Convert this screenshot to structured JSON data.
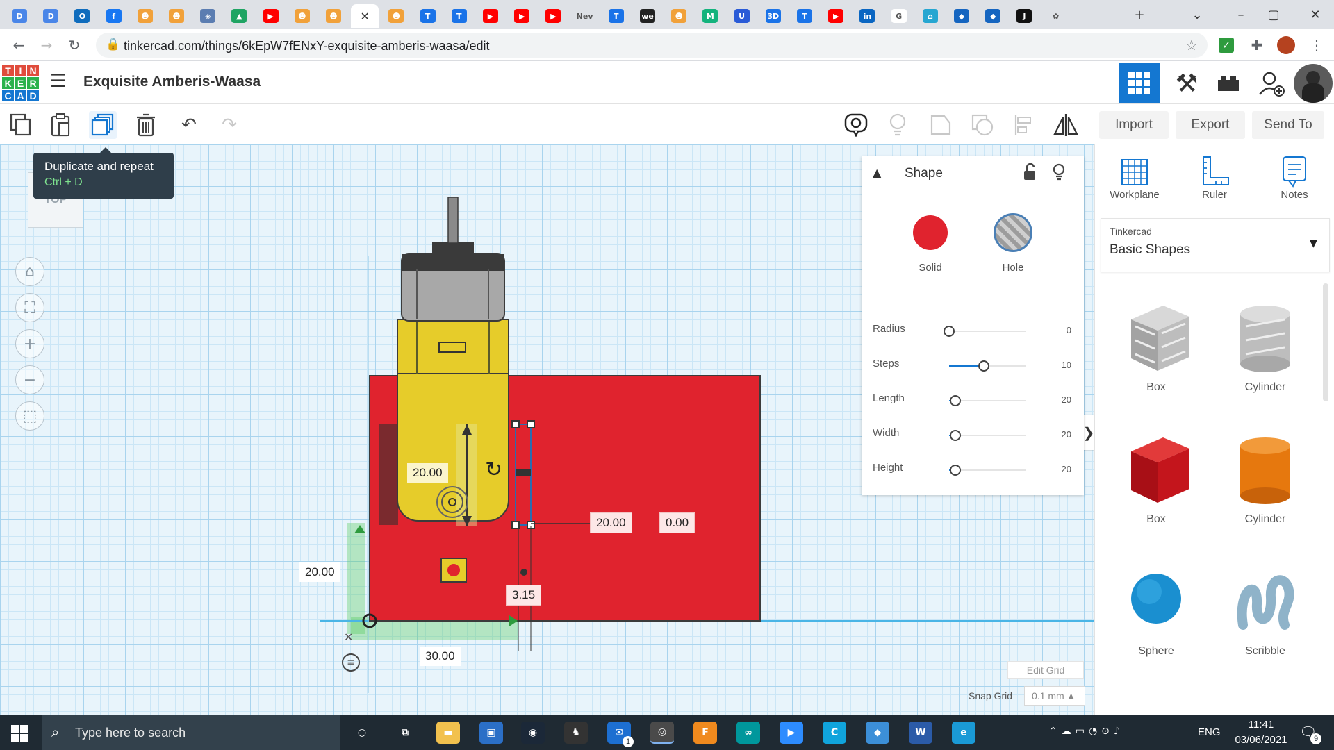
{
  "browser": {
    "tabs": [
      {
        "icon": "docs",
        "color": "#4a86e8",
        "glyph": "D"
      },
      {
        "icon": "docs",
        "color": "#4a86e8",
        "glyph": "D"
      },
      {
        "icon": "outlook",
        "color": "#0f6cbd",
        "glyph": "O"
      },
      {
        "icon": "facebook",
        "color": "#1877f2",
        "glyph": "f"
      },
      {
        "icon": "tinkercad-avatar",
        "color": "#f1a13a",
        "glyph": "☻"
      },
      {
        "icon": "tinkercad-avatar",
        "color": "#f1a13a",
        "glyph": "☻"
      },
      {
        "icon": "shield",
        "color": "#5b7db1",
        "glyph": "◈"
      },
      {
        "icon": "drive",
        "color": "#1fa463",
        "glyph": "▲"
      },
      {
        "icon": "youtube",
        "color": "#ff0000",
        "glyph": "▶"
      },
      {
        "icon": "tinkercad-avatar",
        "color": "#f1a13a",
        "glyph": "☻"
      },
      {
        "icon": "tinkercad-avatar",
        "color": "#f1a13a",
        "glyph": "☻"
      },
      {
        "icon": "tinkercad-avatar",
        "color": "#f1a13a",
        "glyph": "☻"
      },
      {
        "icon": "tinkercad-avatar",
        "color": "#f1a13a",
        "glyph": "☻"
      },
      {
        "icon": "t-circle",
        "color": "#1a73e8",
        "glyph": "T"
      },
      {
        "icon": "t-circle",
        "color": "#1a73e8",
        "glyph": "T"
      },
      {
        "icon": "youtube",
        "color": "#ff0000",
        "glyph": "▶"
      },
      {
        "icon": "youtube",
        "color": "#ff0000",
        "glyph": "▶"
      },
      {
        "icon": "youtube",
        "color": "#ff0000",
        "glyph": "▶"
      },
      {
        "icon": "new-tab-text",
        "color": "#dee1e6",
        "glyph": "Nev"
      },
      {
        "icon": "t-circle",
        "color": "#1a73e8",
        "glyph": "T"
      },
      {
        "icon": "we",
        "color": "#222222",
        "glyph": "we"
      },
      {
        "icon": "tinkercad-avatar",
        "color": "#f1a13a",
        "glyph": "☻"
      },
      {
        "icon": "m-logo",
        "color": "#14b37d",
        "glyph": "M"
      },
      {
        "icon": "u-logo",
        "color": "#2a5bd7",
        "glyph": "U"
      },
      {
        "icon": "3d-logo",
        "color": "#1a73e8",
        "glyph": "3D"
      },
      {
        "icon": "t-circle",
        "color": "#1a73e8",
        "glyph": "T"
      },
      {
        "icon": "youtube",
        "color": "#ff0000",
        "glyph": "▶"
      },
      {
        "icon": "linkedin",
        "color": "#0a66c2",
        "glyph": "in"
      },
      {
        "icon": "google",
        "color": "#ffffff",
        "glyph": "G"
      },
      {
        "icon": "robot",
        "color": "#26a6d1",
        "glyph": "⌂"
      },
      {
        "icon": "cap",
        "color": "#1565c0",
        "glyph": "◆"
      },
      {
        "icon": "cap",
        "color": "#1565c0",
        "glyph": "◆"
      },
      {
        "icon": "j-logo",
        "color": "#111111",
        "glyph": "J"
      },
      {
        "icon": "dark-flower",
        "color": "#dee1e6",
        "glyph": "✿"
      }
    ],
    "active_tab_index": 11,
    "new_tab_label": "+",
    "url": "tinkercad.com/things/6kEpW7fENxY-exquisite-amberis-waasa/edit"
  },
  "app": {
    "logo_letters": [
      "T",
      "I",
      "N",
      "K",
      "E",
      "R",
      "C",
      "A",
      "D"
    ],
    "logo_colors": [
      "#e04c3c",
      "#e04c3c",
      "#e04c3c",
      "#2bb24c",
      "#2bb24c",
      "#2bb24c",
      "#1477d1",
      "#1477d1",
      "#1477d1"
    ],
    "design_title": "Exquisite Amberis-Waasa"
  },
  "toolbar": {
    "import_label": "Import",
    "export_label": "Export",
    "send_to_label": "Send To"
  },
  "tooltip": {
    "title": "Duplicate and repeat",
    "shortcut": "Ctrl + D"
  },
  "canvas": {
    "view_cube_label": "TOP",
    "dimensions": {
      "height_label": "20.00",
      "left_label": "20.00",
      "width_label": "20.00",
      "offset_label": "0.00",
      "small_label": "3.15",
      "bottom_label": "30.00"
    },
    "edit_grid_label": "Edit Grid",
    "snap_grid_label": "Snap Grid",
    "snap_grid_value": "0.1 mm"
  },
  "shape_panel": {
    "title": "Shape",
    "solid_label": "Solid",
    "hole_label": "Hole",
    "solid_color": "#e0232e",
    "params": [
      {
        "name": "Radius",
        "value": "0",
        "level": 0.0
      },
      {
        "name": "Steps",
        "value": "10",
        "level": 0.45
      },
      {
        "name": "Length",
        "value": "20",
        "level": 0.08
      },
      {
        "name": "Width",
        "value": "20",
        "level": 0.08
      },
      {
        "name": "Height",
        "value": "20",
        "level": 0.08
      }
    ]
  },
  "right_panel": {
    "tools": [
      "Workplane",
      "Ruler",
      "Notes"
    ],
    "library_category": "Tinkercad",
    "library_name": "Basic Shapes",
    "shapes": [
      {
        "label": "Box",
        "kind": "box-hole"
      },
      {
        "label": "Cylinder",
        "kind": "cylinder-hole"
      },
      {
        "label": "Box",
        "kind": "box-solid"
      },
      {
        "label": "Cylinder",
        "kind": "cylinder-solid"
      },
      {
        "label": "Sphere",
        "kind": "sphere"
      },
      {
        "label": "Scribble",
        "kind": "scribble"
      }
    ]
  },
  "taskbar": {
    "search_placeholder": "Type here to search",
    "language": "ENG",
    "time": "11:41",
    "date": "03/06/2021",
    "notification_count": "9",
    "mail_badge": "1"
  }
}
